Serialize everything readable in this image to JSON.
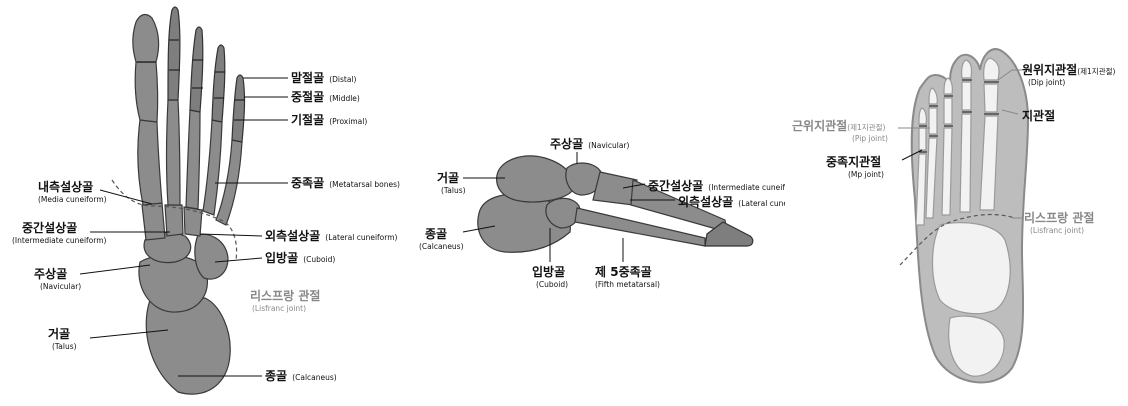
{
  "panel1": {
    "labels": {
      "distal": {
        "ko": "말절골",
        "en": "(Distal)"
      },
      "middle": {
        "ko": "중절골",
        "en": "(Middle)"
      },
      "proximal": {
        "ko": "기절골",
        "en": "(Proximal)"
      },
      "metatarsal": {
        "ko": "중족골",
        "en": "(Metatarsal bones)"
      },
      "medial_cuneiform": {
        "ko": "내측설상골",
        "en": "(Media cuneiform)"
      },
      "intermediate_cuneiform": {
        "ko": "중간설상골",
        "en": "(Intermediate cuneiform)"
      },
      "lateral_cuneiform": {
        "ko": "외측설상골",
        "en": "(Lateral cuneiform)"
      },
      "cuboid": {
        "ko": "입방골",
        "en": "(Cuboid)"
      },
      "navicular": {
        "ko": "주상골",
        "en": "(Navicular)"
      },
      "lisfranc": {
        "ko": "리스프랑 관절",
        "en": "(Lisfranc joint)"
      },
      "talus": {
        "ko": "거골",
        "en": "(Talus)"
      },
      "calcaneus": {
        "ko": "종골",
        "en": "(Calcaneus)"
      }
    }
  },
  "panel2": {
    "labels": {
      "navicular": {
        "ko": "주상골",
        "en": "(Navicular)"
      },
      "talus": {
        "ko": "거골",
        "en": "(Talus)"
      },
      "intermediate_cuneiform": {
        "ko": "중간설상골",
        "en": "(Intermediate cuneiform)"
      },
      "lateral_cuneiform": {
        "ko": "외측설상골",
        "en": "(Lateral cuneifrom)"
      },
      "calcaneus": {
        "ko": "종골",
        "en": "(Calcaneus)"
      },
      "cuboid": {
        "ko": "입방골",
        "en": "(Cuboid)"
      },
      "fifth_metatarsal": {
        "ko": "제 5중족골",
        "en": "(Fifth metatarsal)"
      }
    }
  },
  "panel3": {
    "labels": {
      "dip": {
        "ko": "원위지관절",
        "paren": "(제1지관절)",
        "en": "(Dip joint)"
      },
      "toe_joint": {
        "ko": "지관절"
      },
      "pip": {
        "ko": "근위지관절",
        "paren": "(제1지관절)",
        "en": "(Pip joint)"
      },
      "mp": {
        "ko": "중족지관절",
        "en": "(Mp joint)"
      },
      "lisfranc": {
        "ko": "리스프랑 관절",
        "en": "(Lisfranc joint)"
      }
    }
  }
}
